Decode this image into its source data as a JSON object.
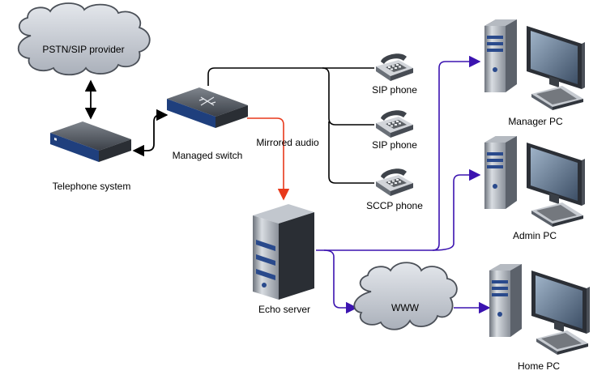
{
  "labels": {
    "pstn_cloud": "PSTN/SIP provider",
    "telephone_system": "Telephone system",
    "managed_switch": "Managed switch",
    "mirrored_audio": "Mirrored audio",
    "sip_phone_1": "SIP phone",
    "sip_phone_2": "SIP phone",
    "sccp_phone": "SCCP phone",
    "echo_server": "Echo server",
    "www_cloud": "WWW",
    "manager_pc": "Manager PC",
    "admin_pc": "Admin PC",
    "home_pc": "Home PC"
  },
  "colors": {
    "phone_link": "#000000",
    "mirrored_link": "#e8391b",
    "data_link": "#3b13b0",
    "cloud_fill": "#c9cdd4",
    "device_blue": "#2a4a8c"
  }
}
